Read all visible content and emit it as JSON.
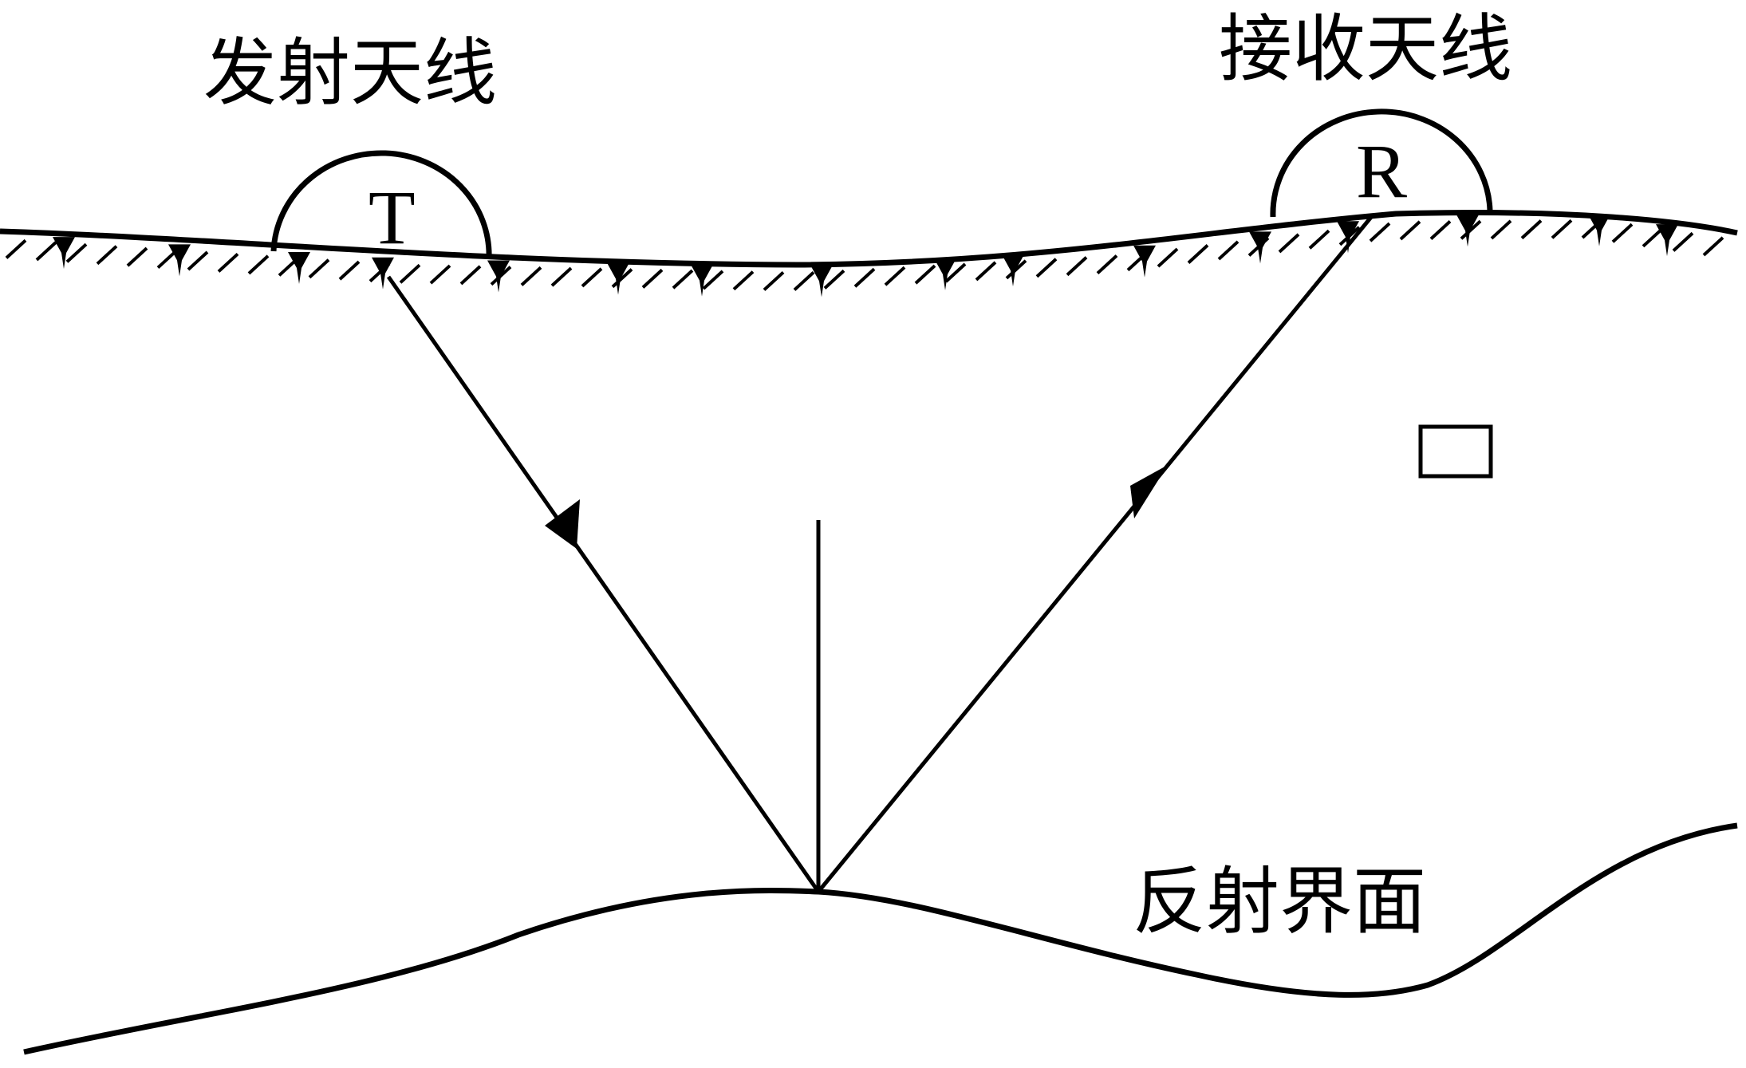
{
  "labels": {
    "transmit_antenna": "发射天线",
    "receive_antenna": "接收天线",
    "reflect_interface": "反射界面",
    "transmit_symbol": "T",
    "receive_symbol": "R"
  },
  "colors": {
    "ink": "#000000",
    "background": "#ffffff"
  }
}
